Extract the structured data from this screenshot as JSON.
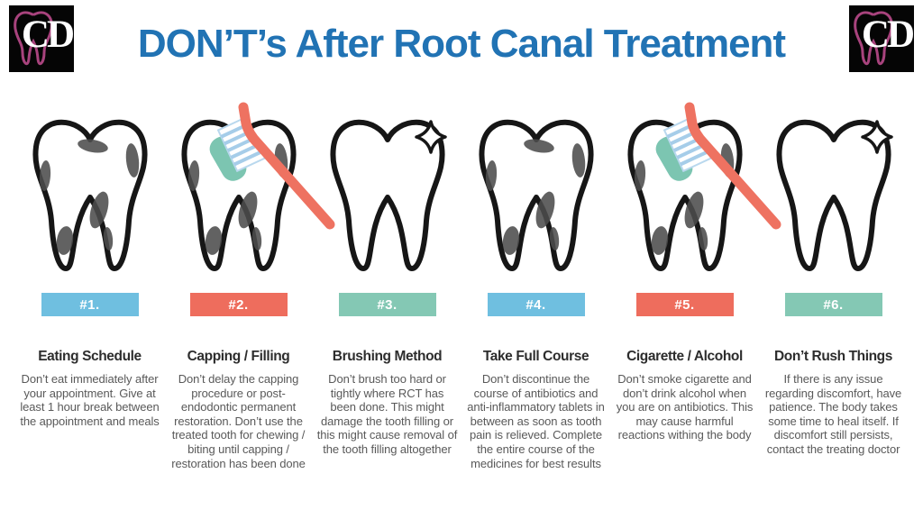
{
  "page": {
    "title": "DON’T’s After Root Canal Treatment"
  },
  "logo": {
    "text": "CD"
  },
  "colors": {
    "title": "#2173b4",
    "badge_blue": "#6fbfe0",
    "badge_salmon": "#ee6d5d",
    "badge_teal": "#84c8b4",
    "brush_handle": "#ee7261",
    "toothpaste": "#7cc5b1",
    "logo_pink": "#a8437d",
    "tooth_outline": "#161616",
    "decay_spot": "#4c4c4c",
    "heading_text": "#2d2d2d",
    "body_text": "#595959"
  },
  "columns": [
    {
      "number": "#1.",
      "badge_color": "#6fbfe0",
      "tooth": "decayed",
      "heading": "Eating Schedule",
      "body": "Don’t eat immediately after your appointment. Give at least 1 hour break between the appointment and meals"
    },
    {
      "number": "#2.",
      "badge_color": "#ee6d5d",
      "tooth": "brushing",
      "heading": "Capping / Filling",
      "body": "Don’t delay the capping procedure or post-endodontic permanent restoration. Don’t use the treated tooth for chewing / biting until capping / restoration has been done"
    },
    {
      "number": "#3.",
      "badge_color": "#84c8b4",
      "tooth": "clean",
      "heading": "Brushing Method",
      "body": "Don’t brush too hard or tightly where RCT has been done. This might damage the tooth filling or this might cause removal of the tooth filling altogether"
    },
    {
      "number": "#4.",
      "badge_color": "#6fbfe0",
      "tooth": "decayed",
      "heading": "Take Full Course",
      "body": "Don’t discontinue the course of antibiotics and anti-inflammatory tablets in between as soon as tooth pain is relieved. Complete the entire course of the medicines for best results"
    },
    {
      "number": "#5.",
      "badge_color": "#ee6d5d",
      "tooth": "brushing",
      "heading": "Cigarette / Alcohol",
      "body": "Don’t smoke cigarette and don’t drink alcohol when you are on antibiotics. This may cause harmful reactions withing the body"
    },
    {
      "number": "#6.",
      "badge_color": "#84c8b4",
      "tooth": "clean",
      "heading": "Don’t Rush Things",
      "body": "If there is any issue regarding discomfort, have patience. The body takes some time to heal itself. If discomfort still persists, contact the treating doctor"
    }
  ]
}
